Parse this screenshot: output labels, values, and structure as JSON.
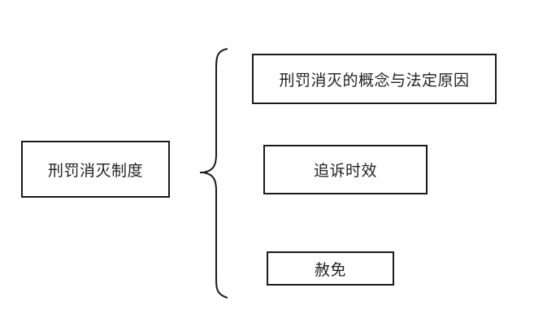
{
  "diagram": {
    "root": {
      "label": "刑罚消灭制度"
    },
    "children": [
      {
        "label": "刑罚消灭的概念与法定原因"
      },
      {
        "label": "追诉时效"
      },
      {
        "label": "赦免"
      }
    ]
  },
  "colors": {
    "stroke": "#1a1a1a",
    "text": "#222222",
    "background": "#ffffff"
  }
}
